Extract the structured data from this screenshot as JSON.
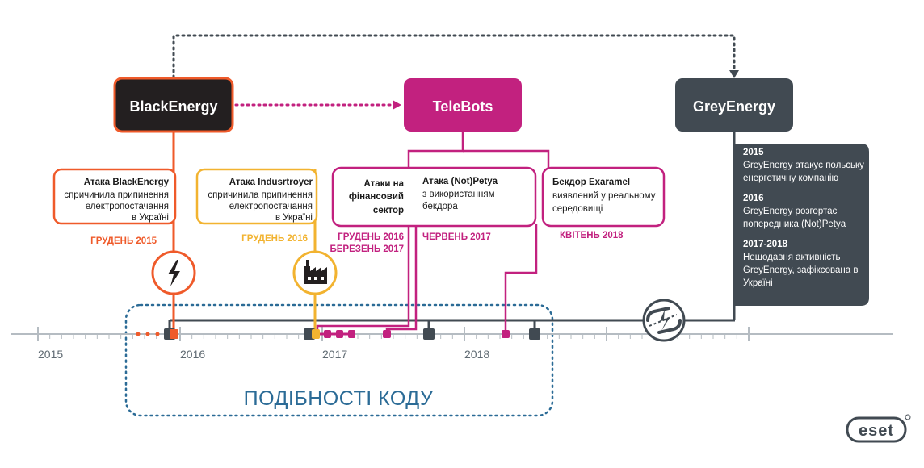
{
  "boxes": {
    "blackenergy": "BlackEnergy",
    "telebots": "TeleBots",
    "greyenergy": "GreyEnergy"
  },
  "cards": {
    "blackenergy_attack": {
      "title": "Атака BlackEnergy",
      "lines": [
        "спричинила припинення",
        "електропостачання",
        "в Україні"
      ],
      "date": "ГРУДЕНЬ 2015"
    },
    "industroyer_attack": {
      "title": "Атака Indusrtroyer",
      "lines": [
        "спричинила припинення",
        "електропостачання",
        "в Україні"
      ],
      "date": "ГРУДЕНЬ 2016"
    },
    "financial_attack": {
      "lines": [
        "Атаки на",
        "фінансовий",
        "сектор"
      ],
      "date_lines": [
        "ГРУДЕНЬ 2016",
        "БЕРЕЗЕНЬ 2017"
      ]
    },
    "notpetya_attack": {
      "title": "Атака (Not)Petya",
      "lines": [
        "з використанням",
        "бекдора"
      ],
      "date": "ЧЕРВЕНЬ 2017"
    },
    "exaramel": {
      "title": "Бекдор Exaramel",
      "lines": [
        "виявлений у реальному",
        "середовищі"
      ],
      "date": "КВІТЕНЬ 2018"
    }
  },
  "grey_panel": {
    "entries": [
      {
        "year": "2015",
        "lines": [
          "GreyEnergy атакує польську",
          "енергетичну компанію"
        ]
      },
      {
        "year": "2016",
        "lines": [
          "GreyEnergy розгортає",
          "попередника (Not)Petya"
        ]
      },
      {
        "year": "2017-2018",
        "lines": [
          "Нещодавня активність",
          "GreyEnergy, зафіксована в",
          "Україні"
        ]
      }
    ]
  },
  "timeline": {
    "years": [
      {
        "label": "2015",
        "value": 2015
      },
      {
        "label": "2016",
        "value": 2016
      },
      {
        "label": "2017",
        "value": 2017
      },
      {
        "label": "2018",
        "value": 2018
      }
    ]
  },
  "similarities_label": "ПОДІБНОСТІ КОДУ",
  "logo_text": "eset",
  "colors": {
    "blackenergy": "#ef5a2a",
    "industroyer": "#f2b330",
    "telebots": "#c2217f",
    "grey": "#414a52",
    "blue": "#2b6b96",
    "axis": "#b5bcc2"
  },
  "icons": {
    "lightning": "lightning-icon",
    "factory": "factory-icon",
    "broken_link": "broken-link-icon"
  }
}
